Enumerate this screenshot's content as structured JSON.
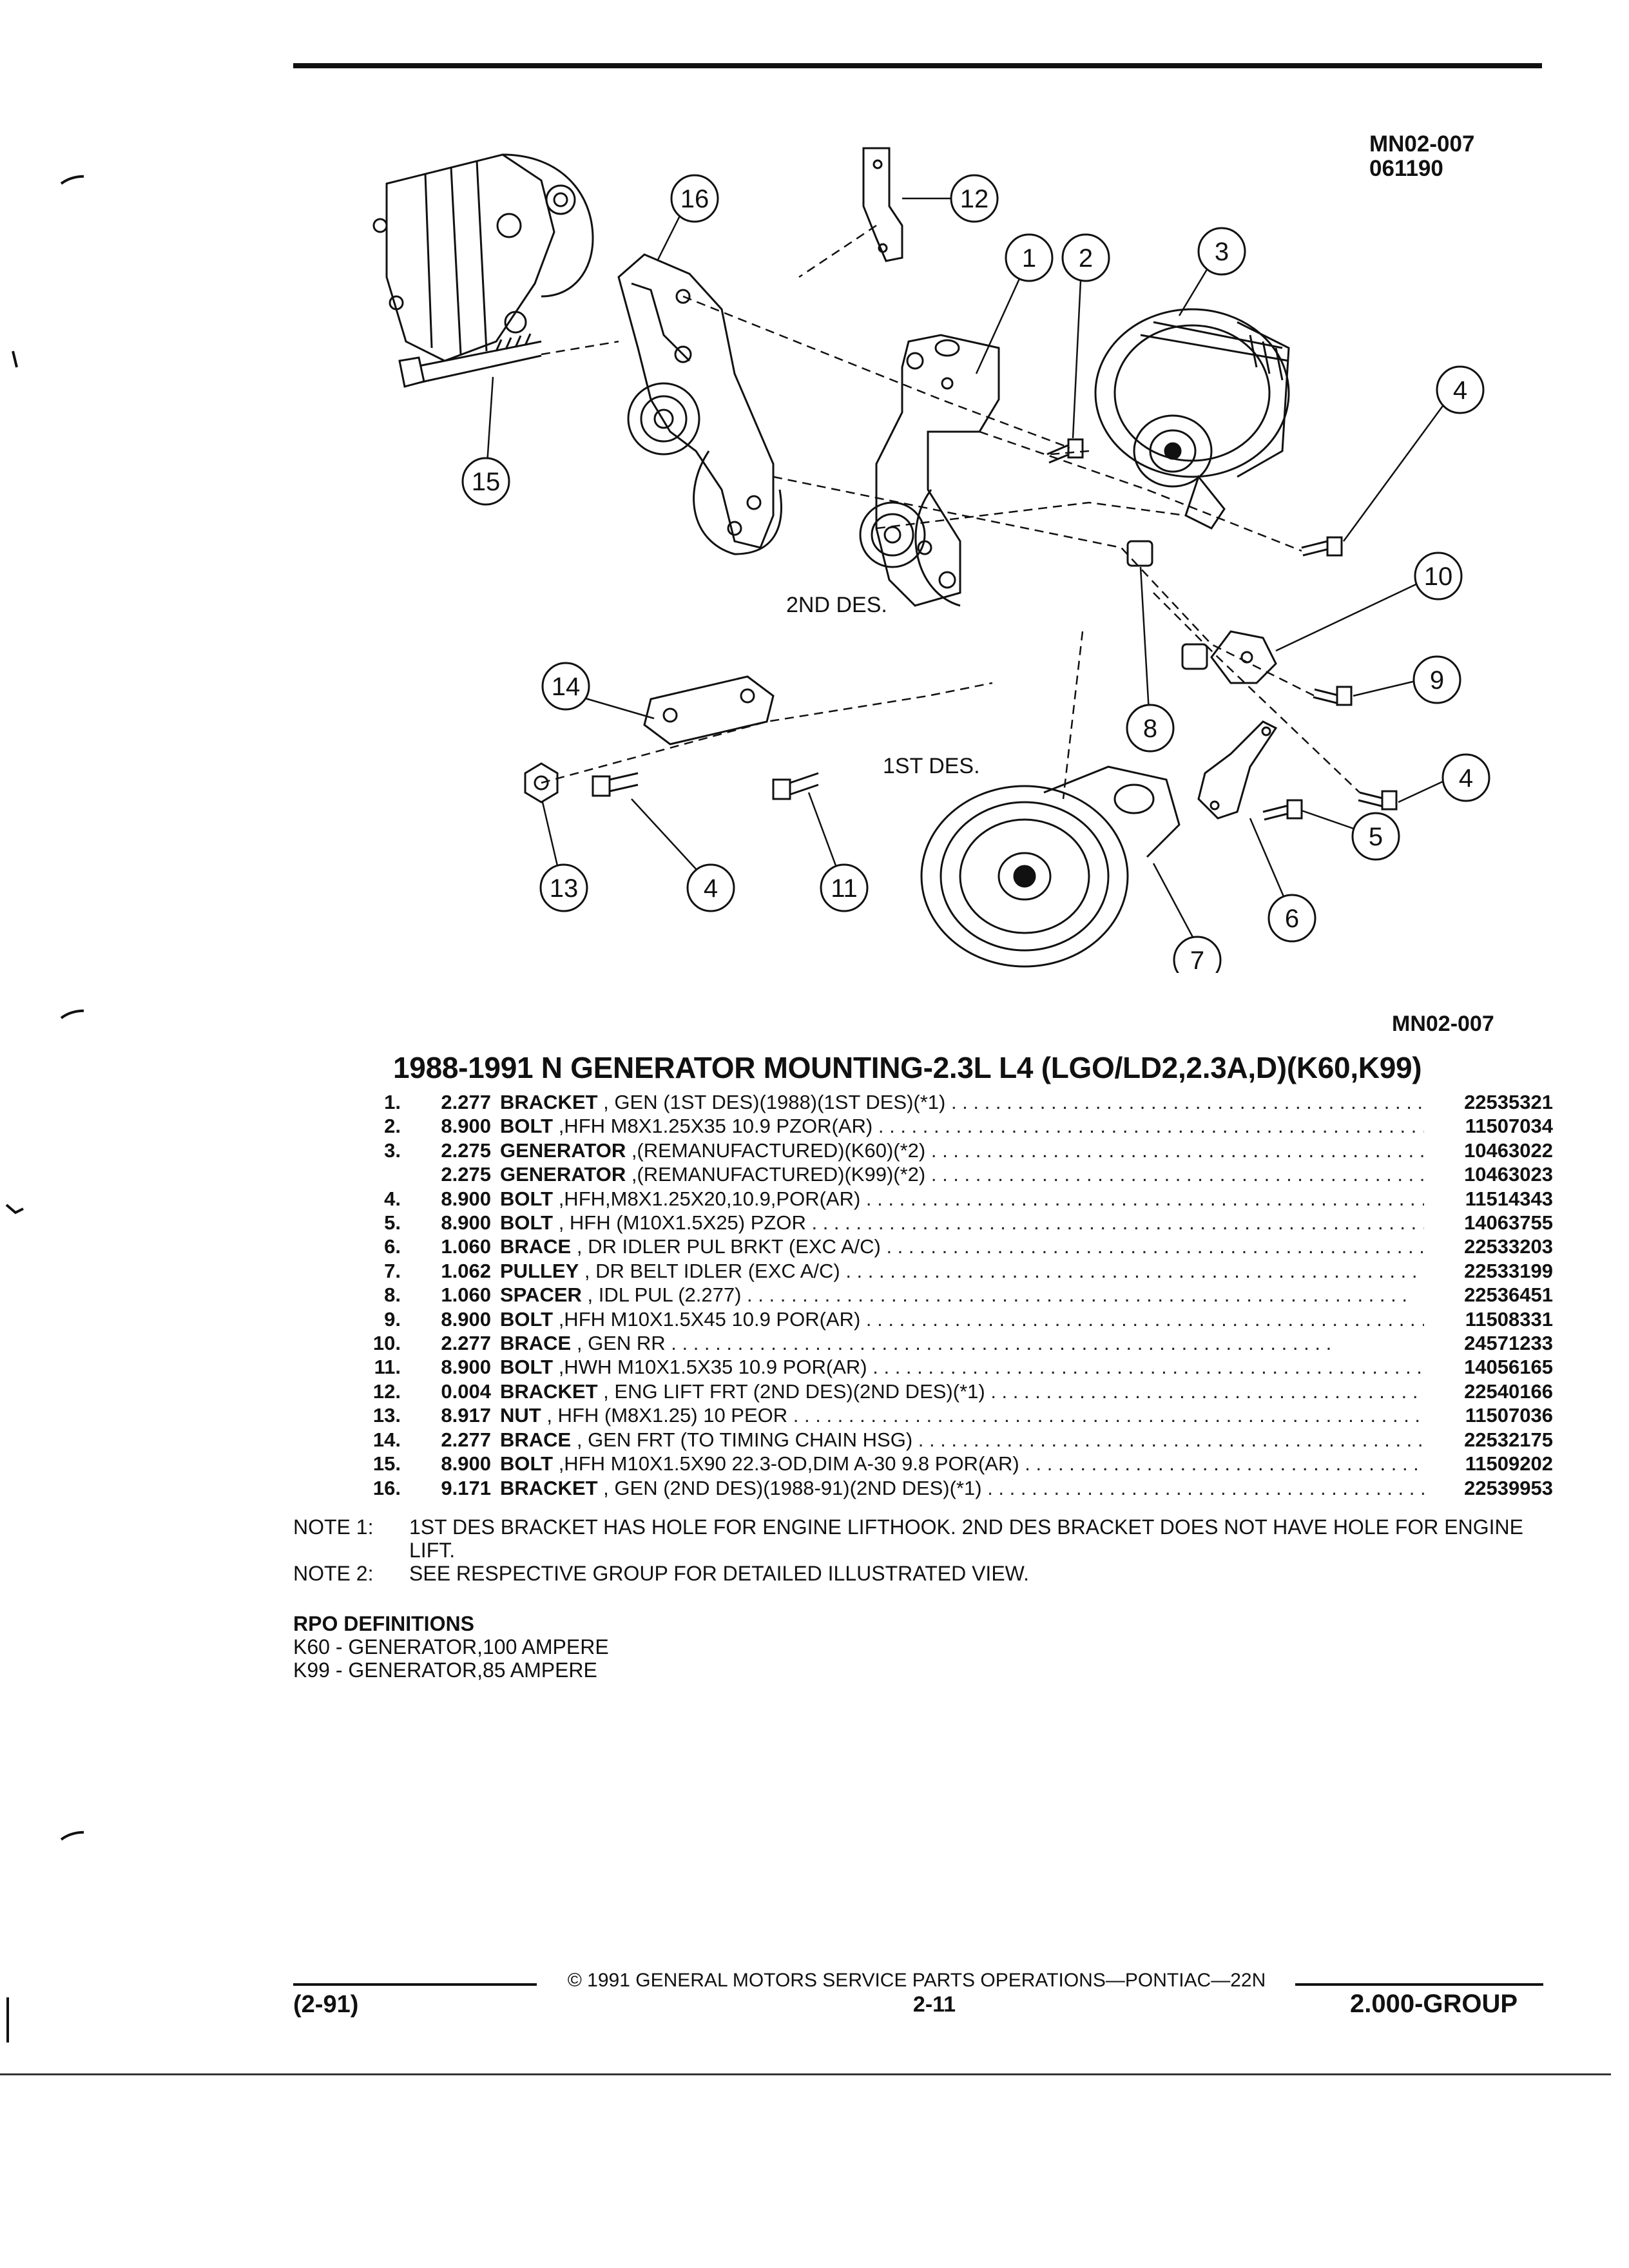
{
  "header": {
    "ref_code": "MN02-007",
    "ref_date": "061190"
  },
  "diagram": {
    "caption": "MN02-007",
    "labels": {
      "first_design": "1ST DES.",
      "second_design": "2ND DES."
    },
    "callouts": [
      "16",
      "12",
      "1",
      "2",
      "3",
      "4",
      "15",
      "10",
      "9",
      "14",
      "8",
      "4",
      "5",
      "13",
      "4",
      "11",
      "6",
      "7"
    ]
  },
  "title": "1988-1991 N GENERATOR MOUNTING-2.3L L4 (LGO/LD2,2.3A,D)(K60,K99)",
  "parts": [
    {
      "num": "1.",
      "group": "2.277",
      "name": "BRACKET",
      "desc": " , GEN (1ST DES)(1988)(1ST DES)(*1)",
      "pn": "22535321"
    },
    {
      "num": "2.",
      "group": "8.900",
      "name": "BOLT",
      "desc": " ,HFH M8X1.25X35 10.9 PZOR(AR)",
      "pn": "11507034"
    },
    {
      "num": "3.",
      "group": "2.275",
      "name": "GENERATOR",
      "desc": " ,(REMANUFACTURED)(K60)(*2)",
      "pn": "10463022"
    },
    {
      "num": "",
      "group": "2.275",
      "name": "GENERATOR",
      "desc": " ,(REMANUFACTURED)(K99)(*2)",
      "pn": "10463023"
    },
    {
      "num": "4.",
      "group": "8.900",
      "name": "BOLT",
      "desc": " ,HFH,M8X1.25X20,10.9,POR(AR)",
      "pn": "11514343"
    },
    {
      "num": "5.",
      "group": "8.900",
      "name": "BOLT",
      "desc": " , HFH (M10X1.5X25) PZOR",
      "pn": "14063755"
    },
    {
      "num": "6.",
      "group": "1.060",
      "name": "BRACE",
      "desc": " , DR IDLER PUL BRKT (EXC A/C)",
      "pn": "22533203"
    },
    {
      "num": "7.",
      "group": "1.062",
      "name": "PULLEY",
      "desc": " , DR BELT IDLER (EXC A/C)",
      "pn": "22533199"
    },
    {
      "num": "8.",
      "group": "1.060",
      "name": "SPACER",
      "desc": " , IDL PUL (2.277)",
      "pn": "22536451"
    },
    {
      "num": "9.",
      "group": "8.900",
      "name": "BOLT",
      "desc": " ,HFH M10X1.5X45 10.9 POR(AR)",
      "pn": "11508331"
    },
    {
      "num": "10.",
      "group": "2.277",
      "name": "BRACE",
      "desc": " , GEN RR",
      "pn": "24571233"
    },
    {
      "num": "11.",
      "group": "8.900",
      "name": "BOLT",
      "desc": " ,HWH M10X1.5X35 10.9 POR(AR)",
      "pn": "14056165"
    },
    {
      "num": "12.",
      "group": "0.004",
      "name": "BRACKET",
      "desc": " , ENG LIFT FRT (2ND DES)(2ND DES)(*1)",
      "pn": "22540166"
    },
    {
      "num": "13.",
      "group": "8.917",
      "name": "NUT",
      "desc": " , HFH (M8X1.25) 10 PEOR",
      "pn": "11507036"
    },
    {
      "num": "14.",
      "group": "2.277",
      "name": "BRACE",
      "desc": " , GEN FRT (TO TIMING CHAIN HSG)",
      "pn": "22532175"
    },
    {
      "num": "15.",
      "group": "8.900",
      "name": "BOLT",
      "desc": " ,HFH M10X1.5X90 22.3-OD,DIM A-30 9.8 POR(AR)",
      "pn": "11509202"
    },
    {
      "num": "16.",
      "group": "9.171",
      "name": "BRACKET",
      "desc": " , GEN (2ND DES)(1988-91)(2ND DES)(*1)",
      "pn": "22539953"
    }
  ],
  "notes": [
    {
      "label": "NOTE  1:",
      "text": "1ST DES BRACKET HAS HOLE FOR ENGINE LIFTHOOK. 2ND DES BRACKET DOES NOT HAVE HOLE FOR ENGINE LIFT."
    },
    {
      "label": "NOTE  2:",
      "text": "SEE RESPECTIVE GROUP FOR DETAILED ILLUSTRATED VIEW."
    }
  ],
  "rpo": {
    "heading": "RPO DEFINITIONS",
    "items": [
      "K60 - GENERATOR,100 AMPERE",
      "K99 - GENERATOR,85 AMPERE"
    ]
  },
  "footer": {
    "copyright": "© 1991 GENERAL MOTORS SERVICE PARTS OPERATIONS—PONTIAC—22N",
    "date": "(2-91)",
    "page": "2-11",
    "group": "2.000-GROUP"
  }
}
